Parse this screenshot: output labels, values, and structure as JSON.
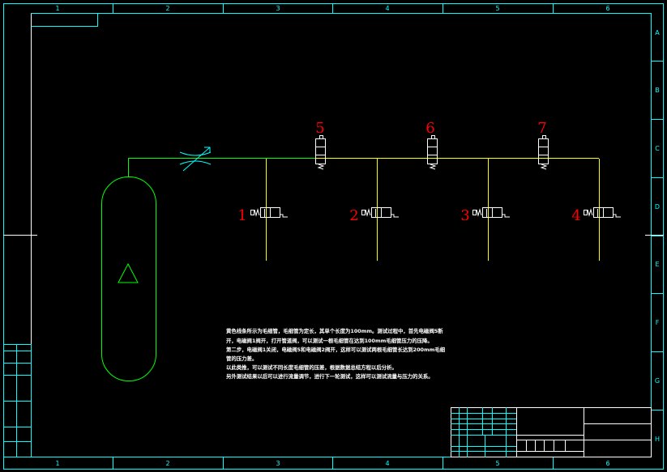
{
  "frame": {
    "column_labels": [
      "1",
      "2",
      "3",
      "4",
      "5",
      "6"
    ],
    "row_labels": [
      "A",
      "B",
      "C",
      "D",
      "E",
      "F",
      "G",
      "H"
    ]
  },
  "diagram": {
    "colors": {
      "frame": "#00ffff",
      "pipe_green": "#00ff00",
      "pipe_yellow": "#ffff00",
      "valve": "#ffffff",
      "number": "#ff0000",
      "text": "#ffffff"
    },
    "top_valve_labels": [
      "5",
      "6",
      "7"
    ],
    "bottom_valve_labels": [
      "1",
      "2",
      "3",
      "4"
    ],
    "tank_symbol": "triangle-icon",
    "throttle_symbol": "variable-throttle-icon"
  },
  "notes": {
    "line1": "黄色线条所示为毛细管，毛细管为定长，其单个长度为100mm。测试过程中，首先电磁阀5断",
    "line2": "开，电磁阀1阀开，打开管道阀，可以测试一根毛细管在达到100mm毛细管压力的压降。",
    "line3": "第二步，电磁阀1关闭，电磁阀5和电磁阀2阀开，这样可以测试两根毛细管长达到200mm毛细",
    "line4": "管的压力差。",
    "line5": "以此类推，可以测试不同长度毛细管的压差，根据数据总结方程以后分析。",
    "line6": "另外测试结果以后可以进行流量调节，进行下一轮测试，这样可以测试流量与压力的关系。"
  }
}
